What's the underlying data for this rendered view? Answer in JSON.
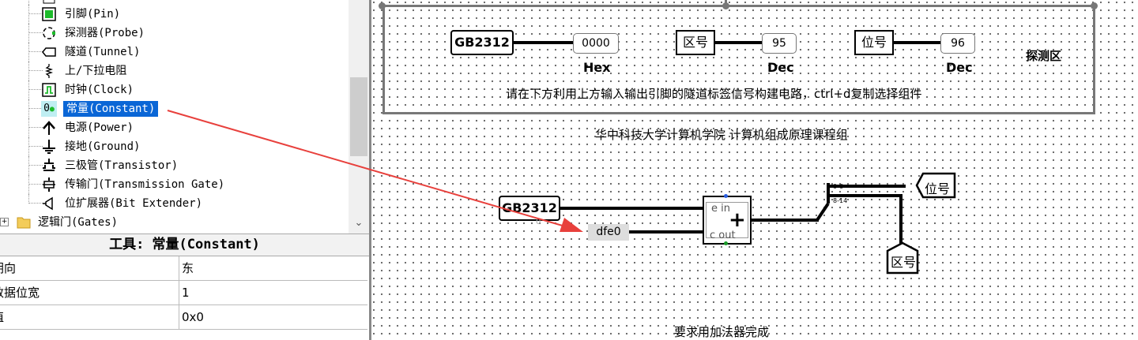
{
  "tree": {
    "items": [
      {
        "label": "引脚(Pin)",
        "icon": "pin-icon"
      },
      {
        "label": "探测器(Probe)",
        "icon": "probe-icon"
      },
      {
        "label": "隧道(Tunnel)",
        "icon": "tunnel-icon"
      },
      {
        "label": "上/下拉电阻",
        "icon": "pull-resistor-icon"
      },
      {
        "label": "时钟(Clock)",
        "icon": "clock-icon"
      },
      {
        "label": "常量(Constant)",
        "icon": "constant-icon",
        "selected": true
      },
      {
        "label": "电源(Power)",
        "icon": "power-icon"
      },
      {
        "label": "接地(Ground)",
        "icon": "ground-icon"
      },
      {
        "label": "三极管(Transistor)",
        "icon": "transistor-icon"
      },
      {
        "label": "传输门(Transmission Gate)",
        "icon": "transmission-gate-icon"
      },
      {
        "label": "位扩展器(Bit Extender)",
        "icon": "bit-extender-icon"
      },
      {
        "label": "逻辑门(Gates)",
        "icon": "folder-icon"
      }
    ],
    "constant_icon_text": "0"
  },
  "props": {
    "title": "工具: 常量(Constant)",
    "rows": [
      {
        "key": "朝向",
        "value": "东"
      },
      {
        "key": "数据位宽",
        "value": "1"
      },
      {
        "key": "值",
        "value": "0x0"
      }
    ]
  },
  "canvas": {
    "top_circuit": {
      "gb_label": "GB2312",
      "hex_probe": "0000",
      "hex_label": "Hex",
      "qu_tunnel": "区号",
      "qu_probe": "95",
      "qu_unit": "Dec",
      "wei_tunnel": "位号",
      "wei_probe": "96",
      "wei_unit": "Dec",
      "area_label": "探测区",
      "instruction": "请在下方利用上方输入输出引脚的隧道标签信号构建电路，ctrl+d复制选择组件"
    },
    "credit": "华中科技大学计算机学院 计算机组成原理课程组",
    "bottom_circuit": {
      "gb_label": "GB2312",
      "const_value": "dfe0",
      "adder_e_in": "e in",
      "adder_c_out": "c out",
      "adder_plus": "+",
      "splitter_top": "0-6",
      "splitter_bottom": "8-14",
      "wei_tunnel": "位号",
      "qu_tunnel": "区号",
      "faint_zero": "0"
    },
    "requirement": "要求用加法器完成"
  },
  "colors": {
    "selection": "#0a66d6",
    "arrow": "#e8403c"
  }
}
